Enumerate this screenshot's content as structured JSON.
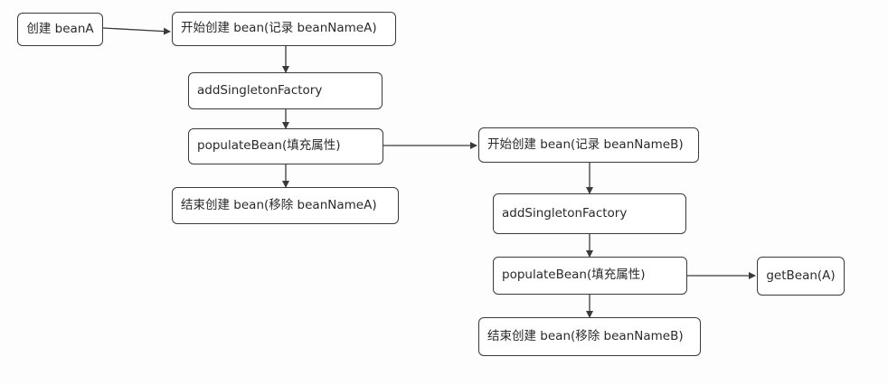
{
  "nodes": {
    "create_bean_a": "创建 beanA",
    "start_create_a": "开始创建 bean(记录 beanNameA)",
    "add_singleton_factory_a": "addSingletonFactory",
    "populate_bean_a": "populateBean(填充属性)",
    "end_create_a": "结束创建 bean(移除 beanNameA)",
    "start_create_b": "开始创建 bean(记录 beanNameB)",
    "add_singleton_factory_b": "addSingletonFactory",
    "populate_bean_b": "populateBean(填充属性)",
    "get_bean_a": "getBean(A)",
    "end_create_b": "结束创建 bean(移除 beanNameB)"
  }
}
